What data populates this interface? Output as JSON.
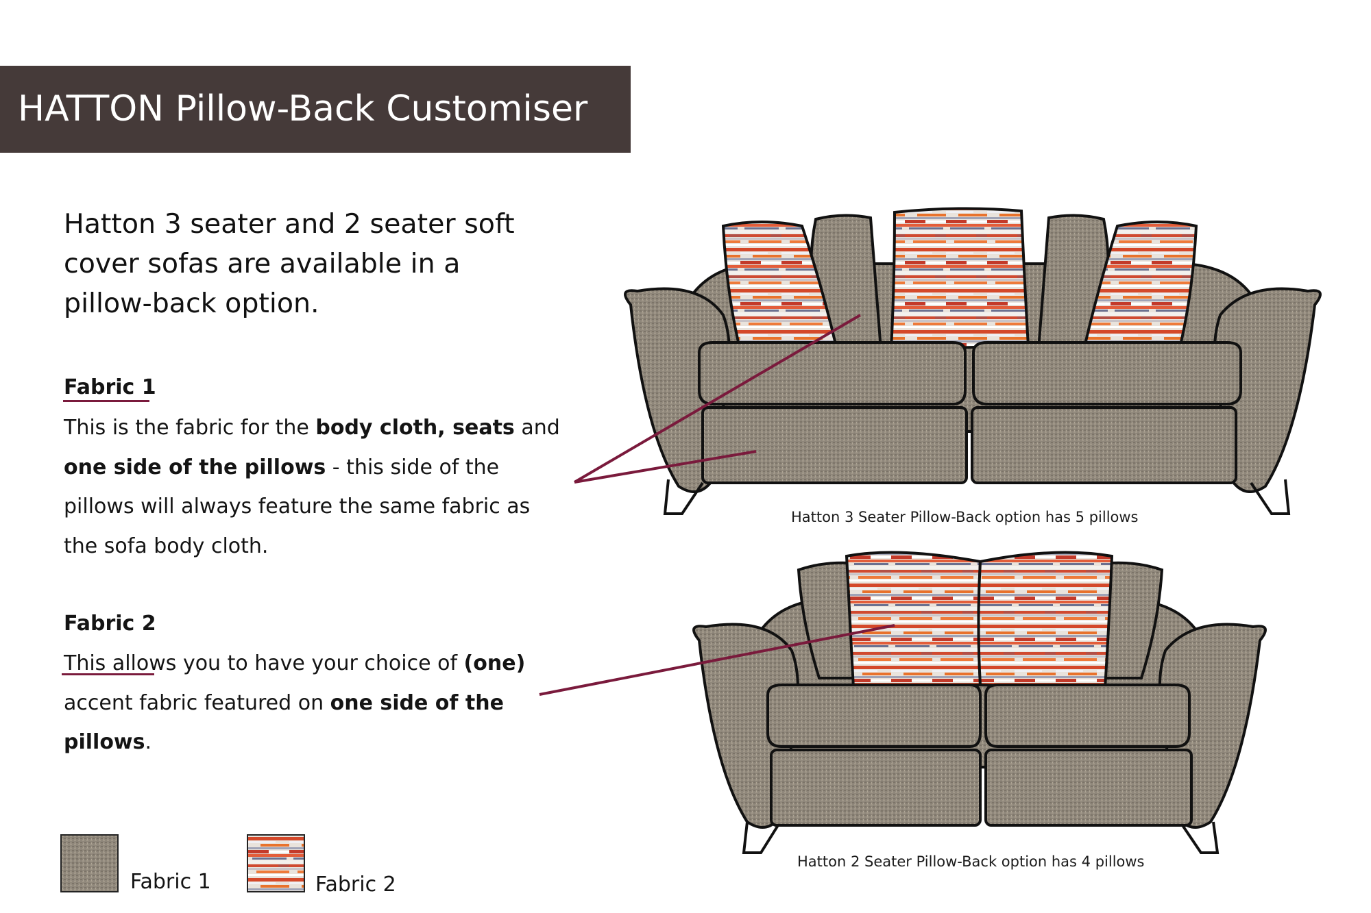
{
  "header": {
    "title": "HATTON Pillow-Back Customiser"
  },
  "intro": {
    "line1": "Hatton 3 seater and 2 seater soft",
    "line2": "cover sofas are available in a",
    "line3": "pillow-back option."
  },
  "fabric1": {
    "heading": "Fabric 1",
    "l1_a": "This is the fabric for the ",
    "l1_b": "body cloth, seats",
    "l1_c": " and",
    "l2_a": "one side of the pillows",
    "l2_b": " - this side of the",
    "l3": "pillows will always feature the same fabric as",
    "l4": "the sofa body cloth."
  },
  "fabric2": {
    "heading": "Fabric 2",
    "l1_a": "This allows you to have your choice of ",
    "l1_b": "(one)",
    "l2_a": "accent fabric featured on ",
    "l2_b": "one side of the",
    "l3_a": "pillows",
    "l3_b": "."
  },
  "sofas": {
    "three_seater_caption": "Hatton 3 Seater Pillow-Back option has 5 pillows",
    "two_seater_caption": "Hatton 2 Seater Pillow-Back option has 4 pillows"
  },
  "legend": {
    "fabric1_label": "Fabric 1",
    "fabric2_label": "Fabric 2"
  },
  "colors": {
    "banner": "#453a39",
    "leader_line": "#7a1a3c",
    "body_fabric": "#8f8679",
    "accent_red": "#d4482a",
    "accent_orange": "#e8722c"
  }
}
